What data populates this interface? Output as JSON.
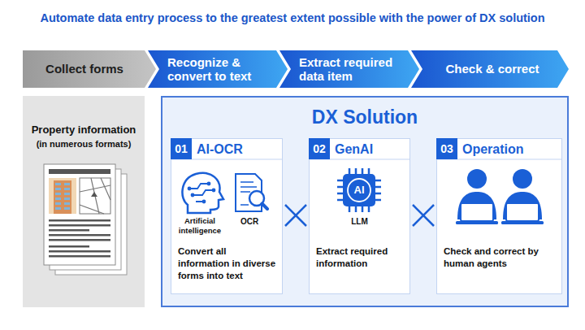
{
  "diagram": {
    "title": "Automate data entry process to the greatest extent possible with the power of DX solution",
    "nodes": [
      {
        "text": [
          "Collect forms"
        ]
      },
      {
        "text": [
          "Recognize & convert to text"
        ]
      },
      {
        "text": [
          "Extract required data item"
        ]
      },
      {
        "text": [
          "Check & correct"
        ]
      },
      {
        "text": [
          "Property information",
          "(in numerous formats)"
        ]
      },
      {
        "text": [
          "DX Solution"
        ]
      },
      {
        "text": [
          "01",
          "AI-OCR",
          "Artificial intelligence",
          "OCR",
          "Convert all information in diverse forms into text"
        ],
        "in": 5
      },
      {
        "text": [
          "02",
          "GenAI",
          "AI",
          "LLM",
          "Extract required information"
        ],
        "in": 5
      },
      {
        "text": [
          "03",
          "Operation",
          "Check and correct by human agents"
        ],
        "in": 5
      }
    ]
  }
}
